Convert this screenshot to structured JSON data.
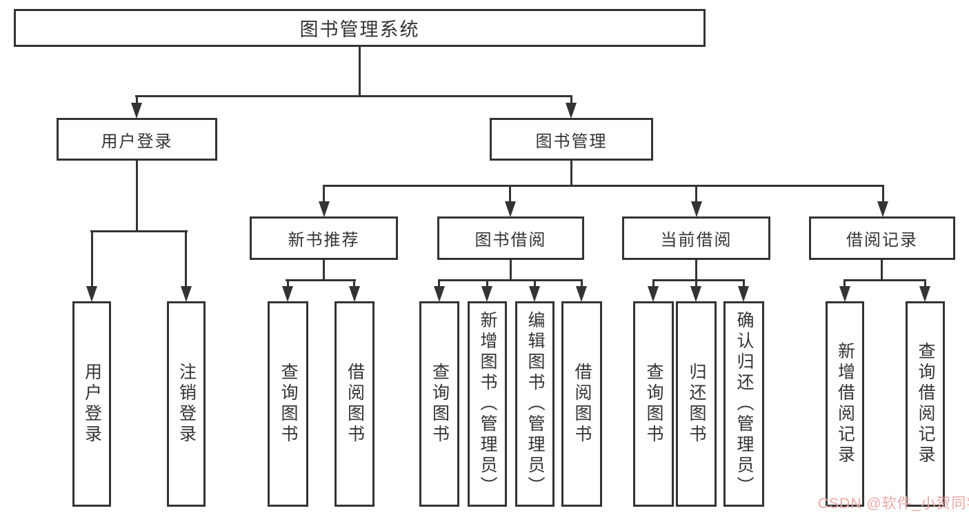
{
  "tree": {
    "label": "图书管理系统",
    "children": [
      {
        "label": "用户登录",
        "children": [
          {
            "label": "用户登录"
          },
          {
            "label": "注销登录"
          }
        ]
      },
      {
        "label": "图书管理",
        "children": [
          {
            "label": "新书推荐",
            "children": [
              {
                "label": "查询图书"
              },
              {
                "label": "借阅图书"
              }
            ]
          },
          {
            "label": "图书借阅",
            "children": [
              {
                "label": "查询图书"
              },
              {
                "label": "新增图书（管理员）"
              },
              {
                "label": "编辑图书（管理员）"
              },
              {
                "label": "借阅图书"
              }
            ]
          },
          {
            "label": "当前借阅",
            "children": [
              {
                "label": "查询图书"
              },
              {
                "label": "归还图书"
              },
              {
                "label": "确认归还（管理员）"
              }
            ]
          },
          {
            "label": "借阅记录",
            "children": [
              {
                "label": "新增借阅记录"
              },
              {
                "label": "查询借阅记录"
              }
            ]
          }
        ]
      }
    ]
  },
  "watermark": {
    "text": "CSDN @软件_小贺同学"
  },
  "colors": {
    "line": "#333333",
    "box_background": "#ffffff",
    "watermark_text": "#eba9a6"
  }
}
